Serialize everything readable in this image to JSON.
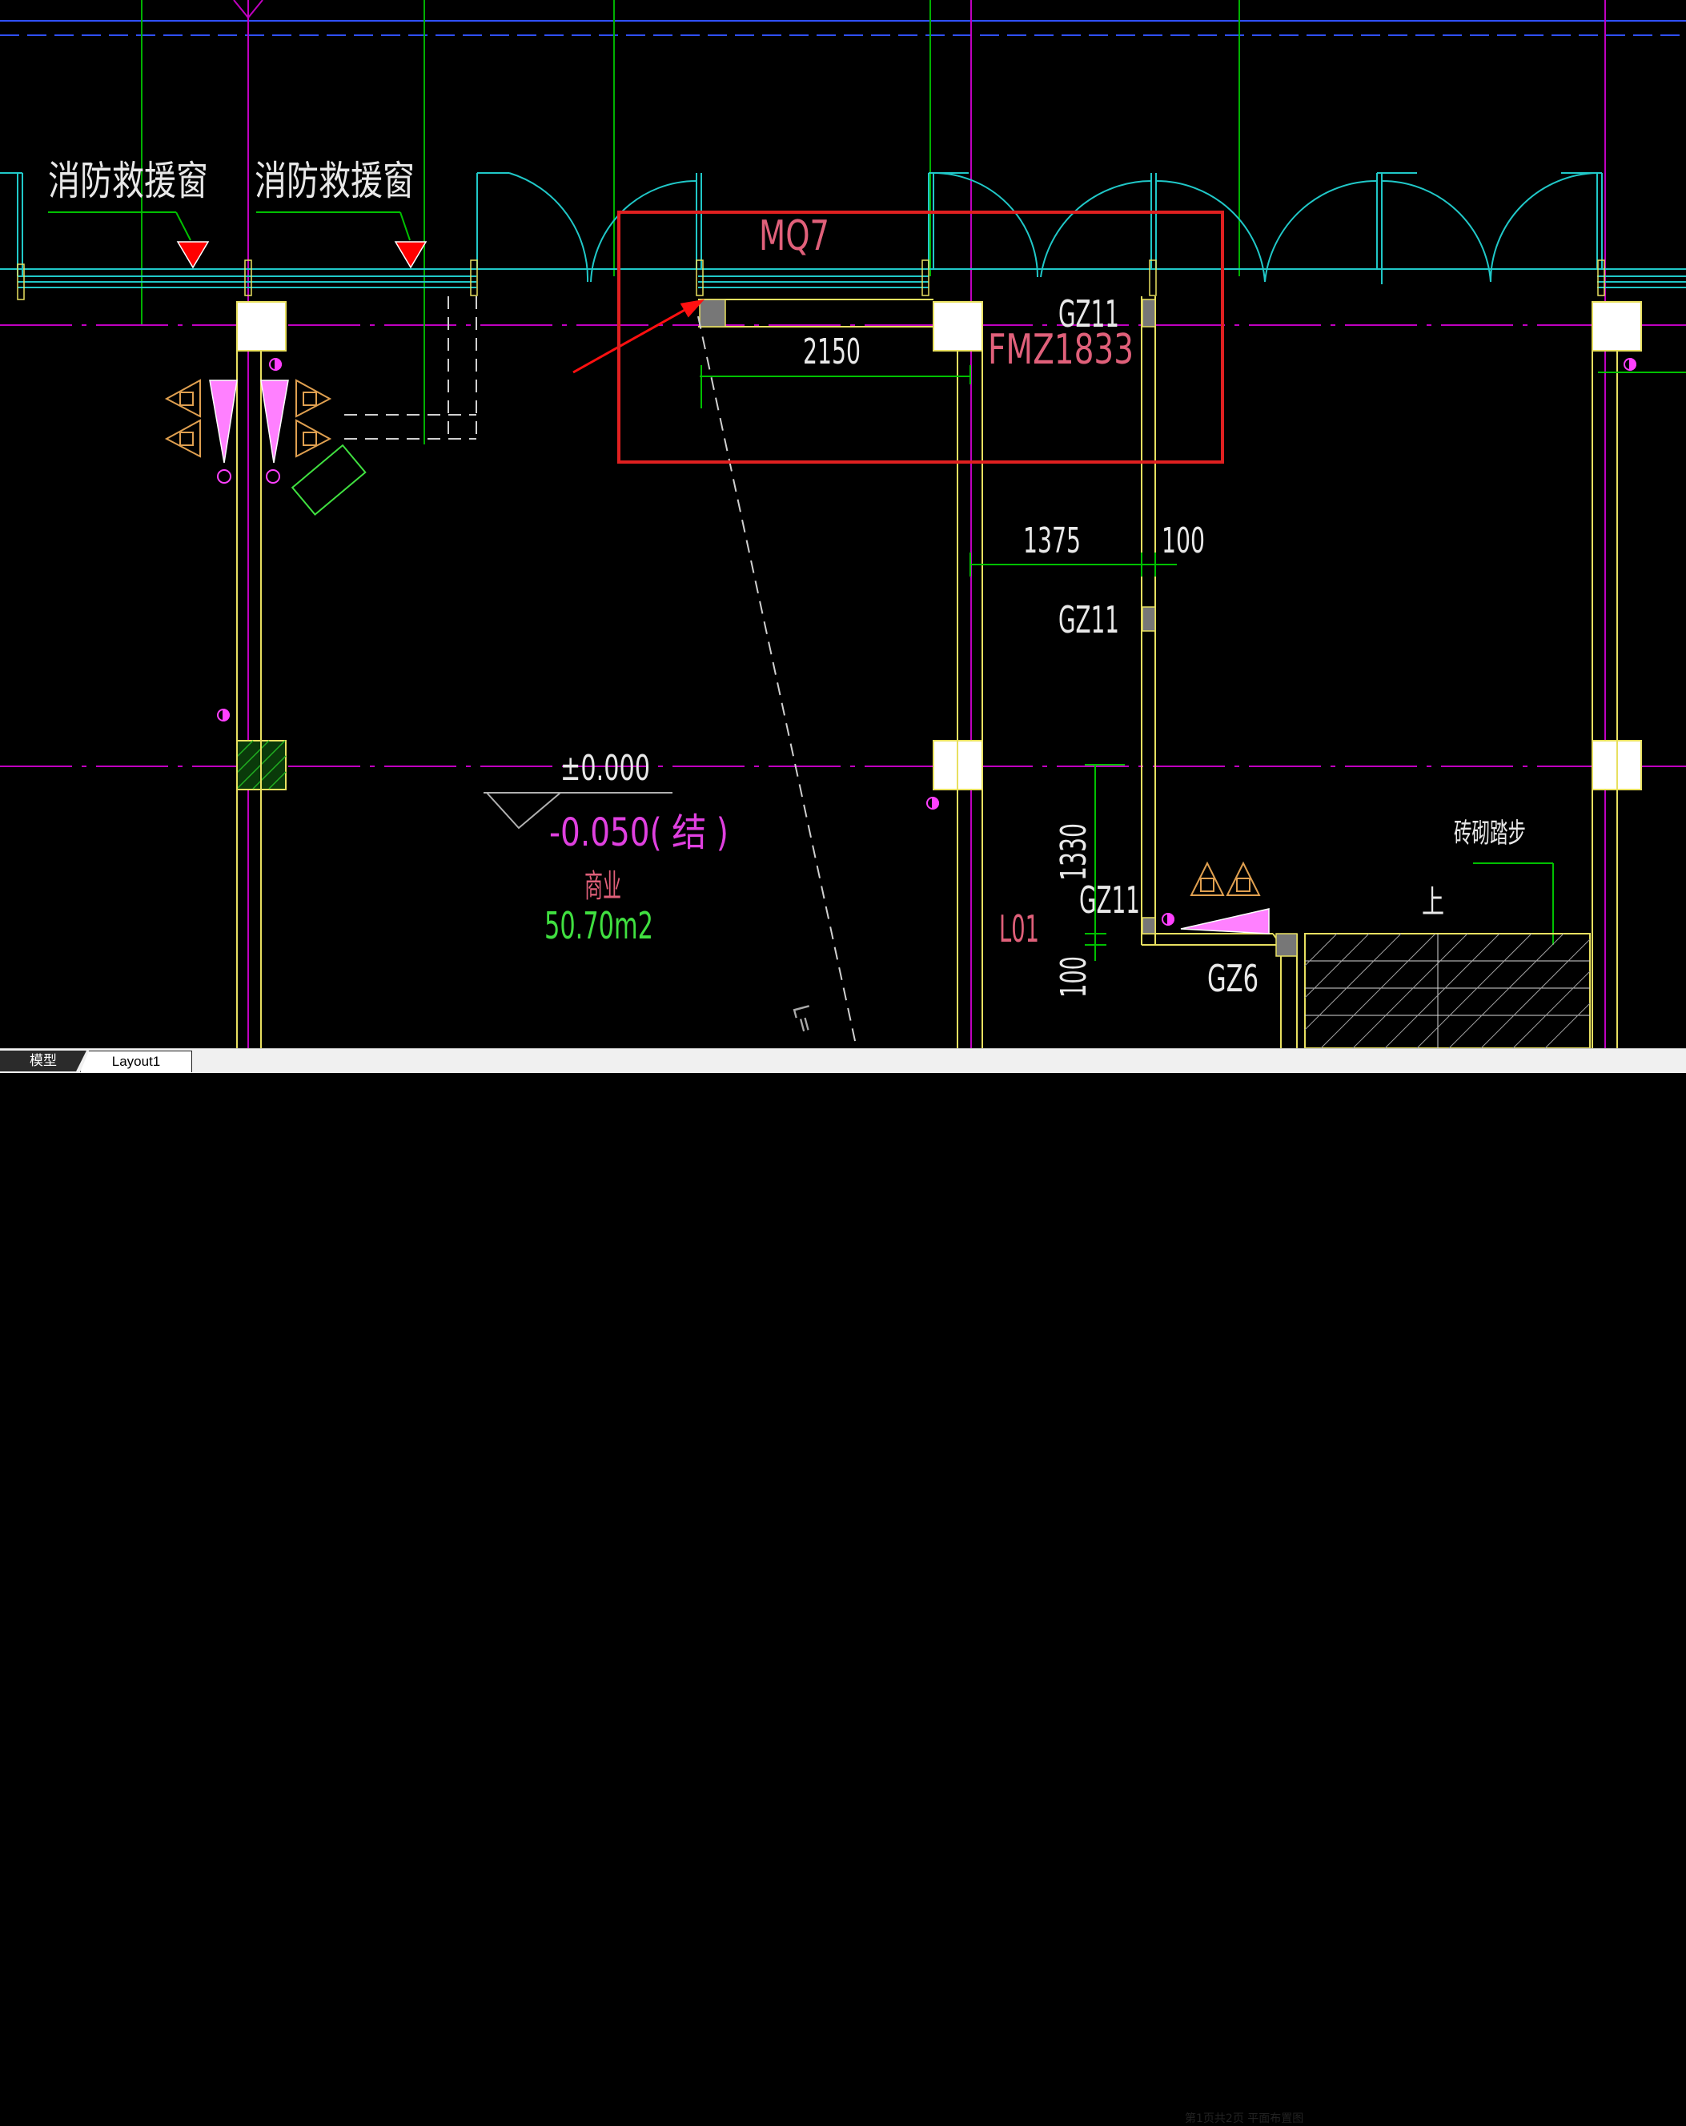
{
  "drawing": {
    "labels": {
      "fire_window_1": "消防救援窗",
      "fire_window_2": "消防救援窗",
      "mq7": "MQ7",
      "gz11_top": "GZ11",
      "fmz": "FMZ1833",
      "dim_2150": "2150",
      "dim_1375": "1375",
      "dim_100_top": "100",
      "gz11_mid": "GZ11",
      "elev_main": "±0.000",
      "elev_struct": "-0.050( 结 )",
      "room_name": "商业",
      "room_area": "50.70m2",
      "dim_1330": "1330",
      "gz11_low": "GZ11",
      "l01": "L01",
      "dim_100_bot": "100",
      "gz6": "GZ6",
      "brick_step": "砖砌踏步",
      "up": "上"
    },
    "colors": {
      "background": "#000000",
      "axis_magenta": "#c000c0",
      "axis_blue": "#2040ff",
      "grid_green": "#00c000",
      "window_cyan": "#20c8c8",
      "wall_yellow": "#e8e060",
      "text_white": "#ffffff",
      "text_pink": "#e0607a",
      "text_magenta": "#e040e0",
      "text_green": "#40e040",
      "highlight_red": "#e02020",
      "marker_red": "#ff0000"
    }
  },
  "tabs": {
    "model": "模型",
    "layout1": "Layout1"
  },
  "status": {
    "fragment": "第1页共2页 平面布置图"
  }
}
